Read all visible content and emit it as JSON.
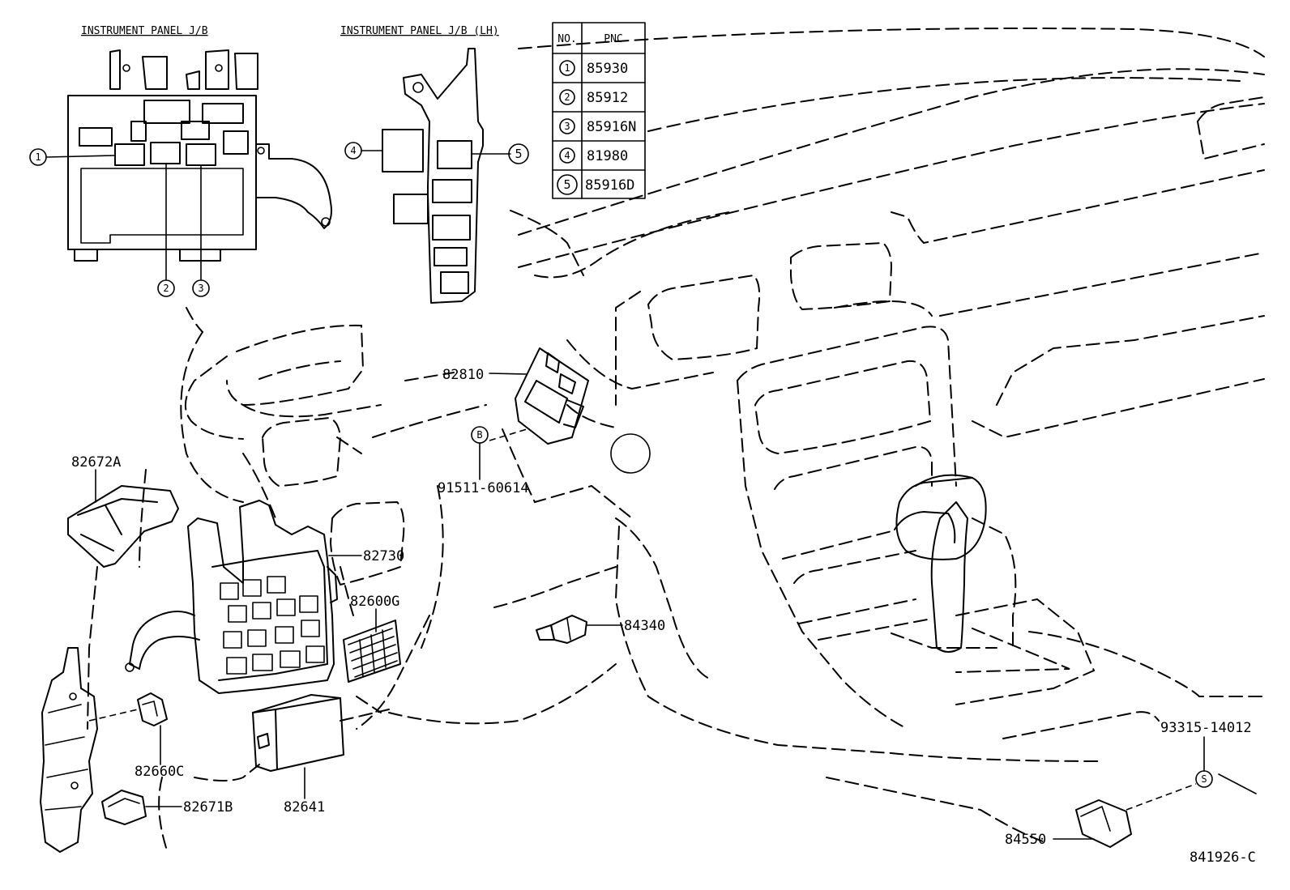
{
  "headers": {
    "instrument_panel_jb": "INSTRUMENT PANEL J/B",
    "instrument_panel_jb_lh": "INSTRUMENT PANEL J/B (LH)"
  },
  "pnc_table": {
    "col_no": "NO.",
    "col_pnc": "PNC",
    "rows": [
      {
        "no": "1",
        "pnc": "85930"
      },
      {
        "no": "2",
        "pnc": "85912"
      },
      {
        "no": "3",
        "pnc": "85916N"
      },
      {
        "no": "4",
        "pnc": "81980"
      },
      {
        "no": "5",
        "pnc": "85916D"
      }
    ]
  },
  "callouts": {
    "c1": "1",
    "c2": "2",
    "c3": "3",
    "c4": "4",
    "c5": "5",
    "b": "B",
    "s": "S"
  },
  "parts": {
    "p82810": "82810",
    "p91511": "91511-60614",
    "p82672A": "82672A",
    "p82730": "82730",
    "p82600G": "82600G",
    "p84340": "84340",
    "p82660C": "82660C",
    "p82641": "82641",
    "p82671B": "82671B",
    "p93315": "93315-14012",
    "p84550": "84550"
  },
  "figure_id": "841926-C"
}
